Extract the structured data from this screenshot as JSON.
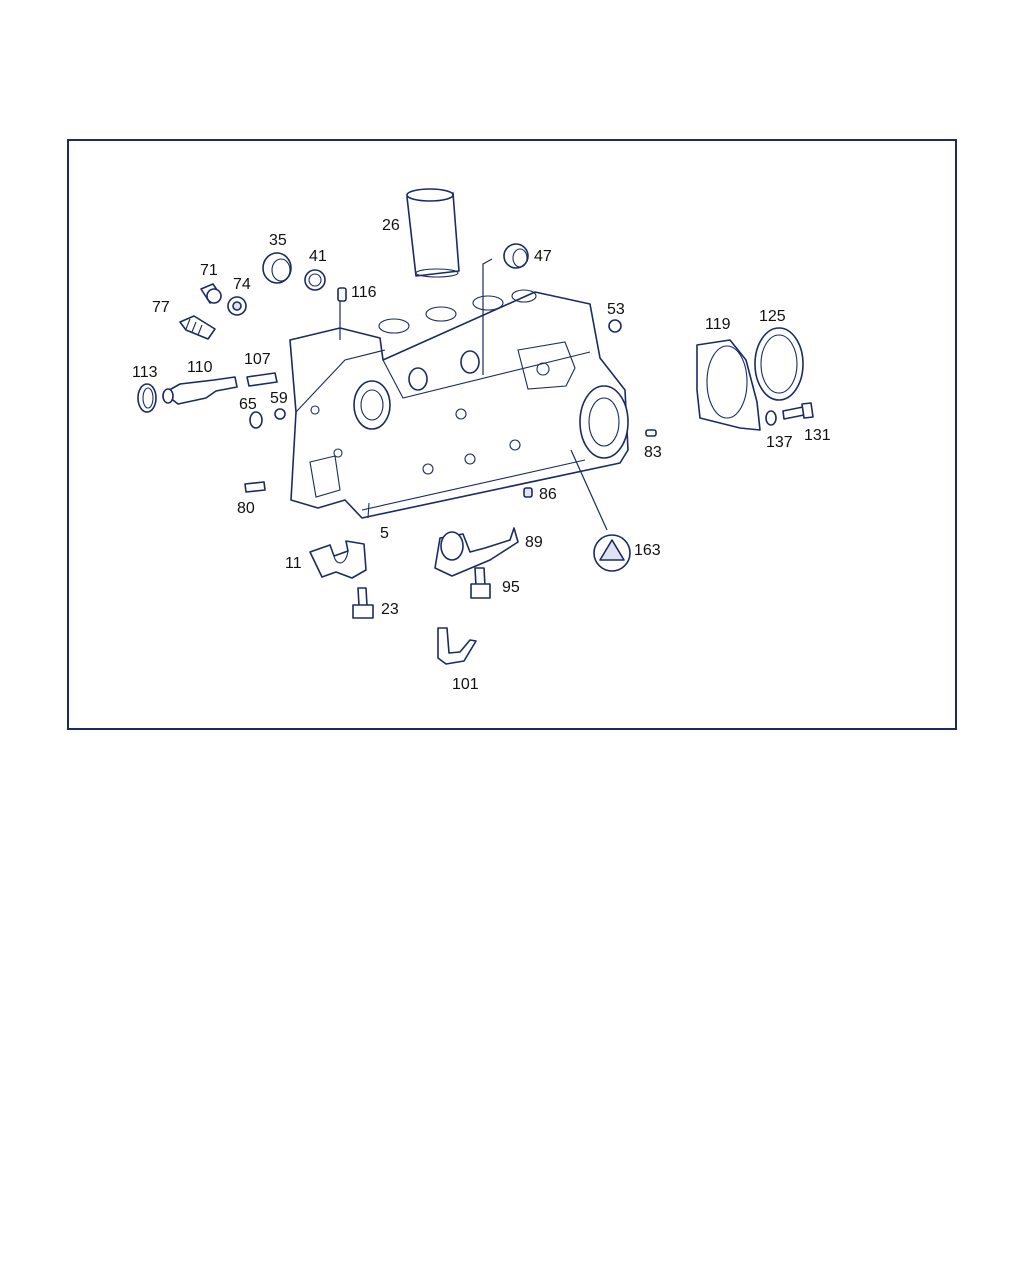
{
  "diagram": {
    "callouts": {
      "c26": "26",
      "c35": "35",
      "c41": "41",
      "c47": "47",
      "c71": "71",
      "c74": "74",
      "c77": "77",
      "c116": "116",
      "c53": "53",
      "c119": "119",
      "c125": "125",
      "c113": "113",
      "c110": "110",
      "c107": "107",
      "c65": "65",
      "c59": "59",
      "c137": "137",
      "c131": "131",
      "c83": "83",
      "c80": "80",
      "c86": "86",
      "c5": "5",
      "c89": "89",
      "c163": "163",
      "c11": "11",
      "c95": "95",
      "c23": "23",
      "c101": "101"
    },
    "colors": {
      "line": "#1b2a63",
      "text": "#111111",
      "frame": "#1b2a63"
    }
  }
}
